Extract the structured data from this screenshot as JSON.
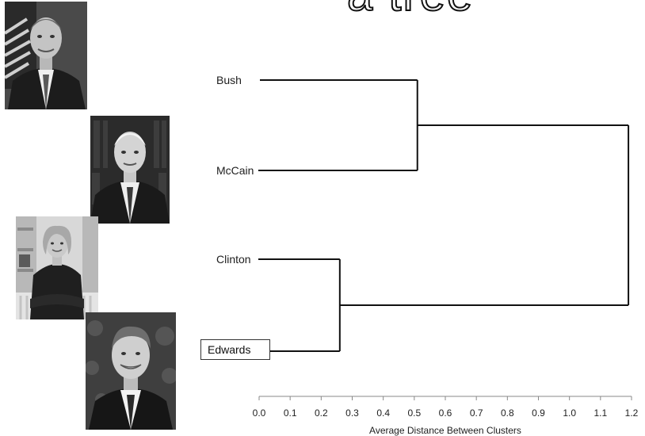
{
  "title": "a tree",
  "photos": [
    {
      "subject": "Bush"
    },
    {
      "subject": "McCain"
    },
    {
      "subject": "Clinton"
    },
    {
      "subject": "Edwards"
    }
  ],
  "chart_data": {
    "type": "dendrogram",
    "leaves": [
      "Bush",
      "McCain",
      "Clinton",
      "Edwards"
    ],
    "merges": [
      {
        "left": "Bush",
        "right": "McCain",
        "distance": 0.51
      },
      {
        "left": "Clinton",
        "right": "Edwards",
        "distance": 0.26
      },
      {
        "left": "Bush+McCain",
        "right": "Clinton+Edwards",
        "distance": 1.19
      }
    ],
    "xlabel": "Average Distance Between Clusters",
    "xlim": [
      0,
      1.2
    ],
    "xticks": [
      "0.0",
      "0.1",
      "0.2",
      "0.3",
      "0.4",
      "0.5",
      "0.6",
      "0.7",
      "0.8",
      "0.9",
      "1.0",
      "1.1",
      "1.2"
    ],
    "highlighted_leaf": "Edwards",
    "grid": false,
    "colors": {
      "lines": "#111111",
      "axis": "#888888",
      "text": "#1e1e1e"
    }
  }
}
